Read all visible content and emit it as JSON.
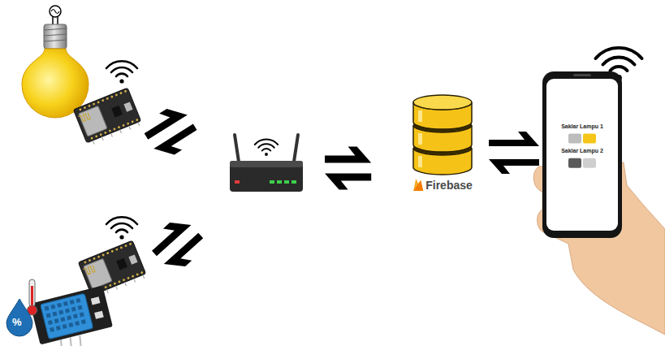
{
  "diagram": {
    "nodes": [
      {
        "text": [
          "Firebase"
        ]
      },
      {
        "text": [
          "Saklar Lampu 1",
          "Saklar Lampu 2"
        ]
      }
    ],
    "edges": [
      {
        "from": 0,
        "to": 1,
        "arrow": "both"
      }
    ],
    "labels": [
      "%"
    ]
  }
}
